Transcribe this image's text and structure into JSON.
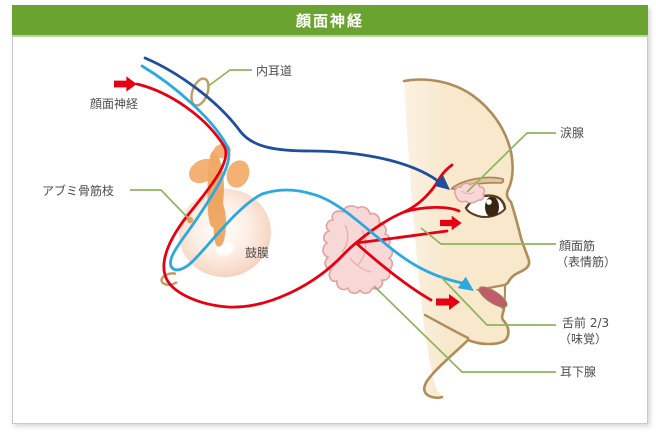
{
  "header": {
    "title": "顔面神経"
  },
  "diagram": {
    "labels": {
      "facial_nerve": "顔面神経",
      "internal_auditory_canal": "内耳道",
      "stapedius_branch": "アブミ骨筋枝",
      "eardrum": "鼓膜",
      "lacrimal_gland": "涙腺",
      "facial_muscles": "顔面筋",
      "facial_muscles_sub": "（表情筋）",
      "tongue_anterior": "舌前 2/3",
      "tongue_anterior_sub": "（味覚）",
      "parotid_gland": "耳下腺"
    },
    "colors": {
      "header_green": "#6aa32f",
      "label_line_green": "#8fb45f",
      "nerve_red": "#e60012",
      "nerve_dark_blue": "#1f4e9c",
      "nerve_light_blue": "#2ba9e0",
      "skin": "#f8e8cc",
      "outline_brown": "#b08c5a",
      "gland_pink": "#f8d7d7",
      "gland_pink_stroke": "#e39f9f",
      "ossicle_orange": "#f1a159",
      "canal_tan": "#c39a5f",
      "tongue_rose": "#c05a6c",
      "label_text": "#4d4d4d"
    }
  }
}
